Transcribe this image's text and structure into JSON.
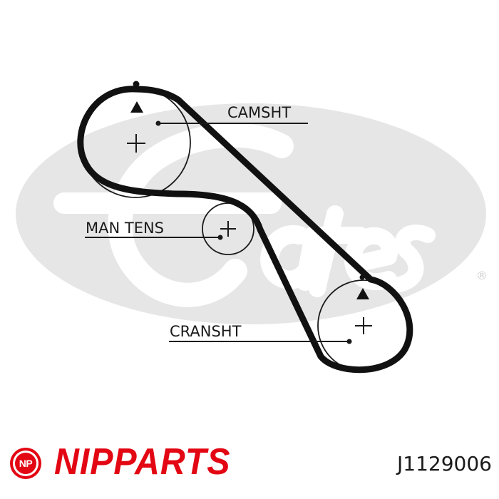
{
  "diagram": {
    "labels": {
      "camshaft": "CAMSHT",
      "tensioner": "MAN TENS",
      "crankshaft": "CRANSHT"
    },
    "watermark_mark": "®",
    "colors": {
      "belt": "#111111",
      "watermark": "#e6e6e6",
      "ink": "#1a1a1a"
    }
  },
  "footer": {
    "logo_text": "NP",
    "brand": "NIPPARTS",
    "part_number": "J1129006",
    "colors": {
      "brand": "#e30613"
    }
  }
}
